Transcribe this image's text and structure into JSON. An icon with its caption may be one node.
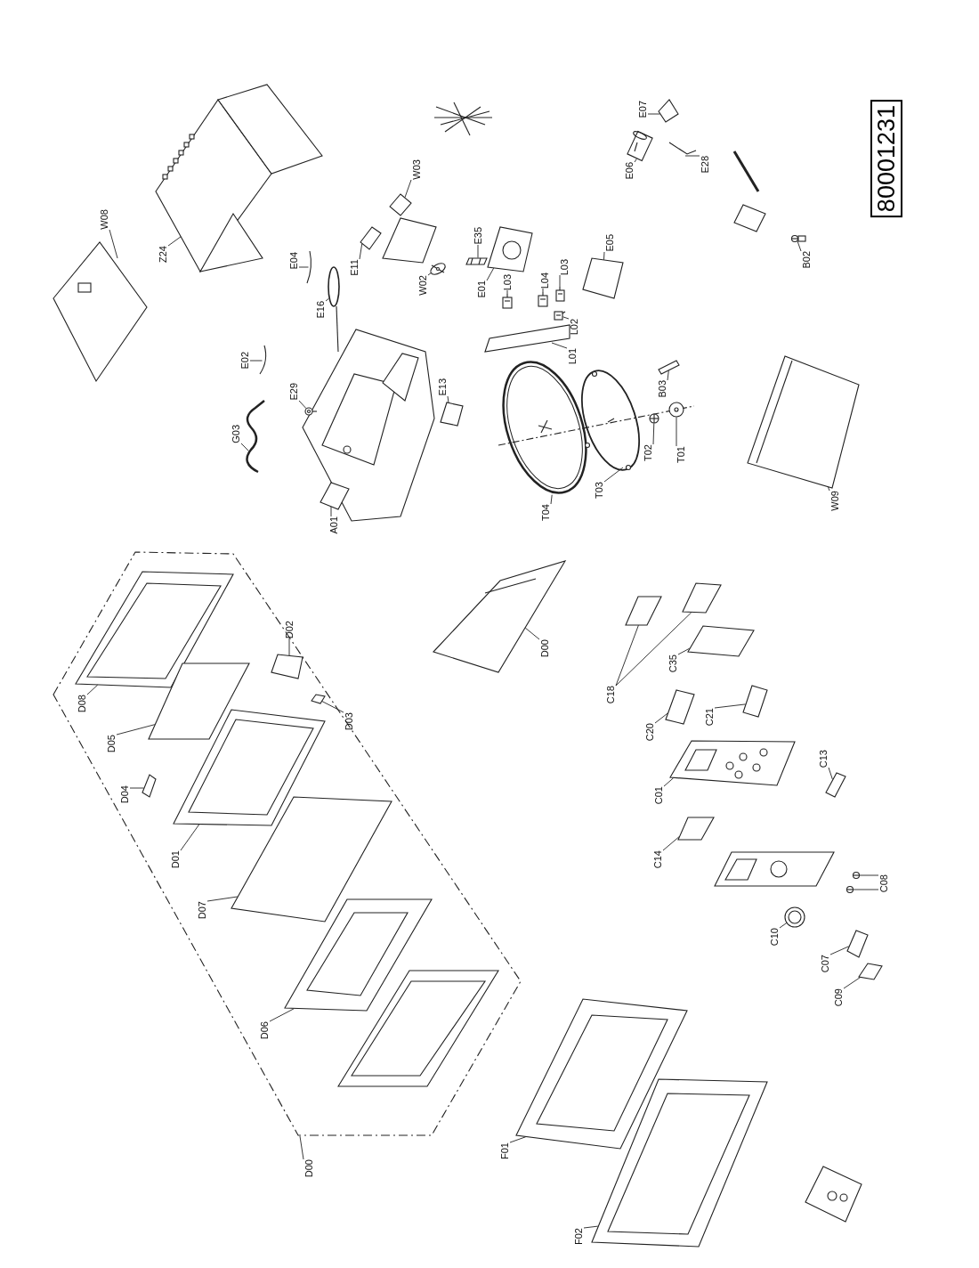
{
  "diagram": {
    "nodes": [
      {
        "text": [
          "W08"
        ]
      },
      {
        "text": [
          "Z24"
        ]
      },
      {
        "text": [
          "W03"
        ]
      },
      {
        "text": [
          "E07"
        ]
      },
      {
        "text": [
          "E06"
        ]
      },
      {
        "text": [
          "E28"
        ]
      },
      {
        "text": [
          "E35"
        ]
      },
      {
        "text": [
          "E05"
        ]
      },
      {
        "text": [
          "E04"
        ]
      },
      {
        "text": [
          "E11"
        ]
      },
      {
        "text": [
          "E16"
        ]
      },
      {
        "text": [
          "W02"
        ]
      },
      {
        "text": [
          "E01"
        ]
      },
      {
        "text": [
          "L03"
        ]
      },
      {
        "text": [
          "L04"
        ]
      },
      {
        "text": [
          "L03"
        ]
      },
      {
        "text": [
          "L02"
        ]
      },
      {
        "text": [
          "L01"
        ]
      },
      {
        "text": [
          "E02"
        ]
      },
      {
        "text": [
          "E29"
        ]
      },
      {
        "text": [
          "E13"
        ]
      },
      {
        "text": [
          "G03"
        ]
      },
      {
        "text": [
          "B03"
        ]
      },
      {
        "text": [
          "B02"
        ]
      },
      {
        "text": [
          "T02"
        ]
      },
      {
        "text": [
          "T01"
        ]
      },
      {
        "text": [
          "T04"
        ]
      },
      {
        "text": [
          "T03"
        ]
      },
      {
        "text": [
          "A01"
        ]
      },
      {
        "text": [
          "W09"
        ]
      },
      {
        "text": [
          "80001231"
        ]
      },
      {
        "text": [
          "D02"
        ]
      },
      {
        "text": [
          "D08"
        ]
      },
      {
        "text": [
          "D00"
        ]
      },
      {
        "text": [
          "D05"
        ]
      },
      {
        "text": [
          "D03"
        ]
      },
      {
        "text": [
          "C18"
        ]
      },
      {
        "text": [
          "C35"
        ]
      },
      {
        "text": [
          "D04"
        ]
      },
      {
        "text": [
          "C20"
        ]
      },
      {
        "text": [
          "C21"
        ]
      },
      {
        "text": [
          "D01"
        ]
      },
      {
        "text": [
          "C01"
        ]
      },
      {
        "text": [
          "C13"
        ]
      },
      {
        "text": [
          "C14"
        ]
      },
      {
        "text": [
          "D07"
        ]
      },
      {
        "text": [
          "C08"
        ]
      },
      {
        "text": [
          "C10"
        ]
      },
      {
        "text": [
          "C07"
        ]
      },
      {
        "text": [
          "C09"
        ]
      },
      {
        "text": [
          "D06"
        ]
      },
      {
        "text": [
          "F01"
        ]
      },
      {
        "text": [
          "D00"
        ]
      },
      {
        "text": [
          "F02"
        ]
      },
      {
        "text": [],
        "shape": "picture"
      },
      {
        "text": [],
        "shape": "picture"
      },
      {
        "text": [],
        "shape": "picture"
      },
      {
        "text": [],
        "shape": "picture"
      },
      {
        "text": [],
        "shape": "picture"
      },
      {
        "text": [],
        "shape": "picture"
      },
      {
        "text": [],
        "shape": "picture"
      },
      {
        "text": [],
        "shape": "picture"
      },
      {
        "text": [],
        "shape": "picture"
      },
      {
        "text": [],
        "shape": "picture"
      },
      {
        "text": [],
        "shape": "picture"
      },
      {
        "text": [],
        "shape": "picture"
      },
      {
        "text": [],
        "shape": "picture"
      },
      {
        "text": [],
        "shape": "picture"
      },
      {
        "text": [],
        "shape": "picture"
      },
      {
        "text": [],
        "shape": "picture"
      },
      {
        "text": [],
        "shape": "picture"
      },
      {
        "text": [],
        "shape": "picture"
      },
      {
        "text": [],
        "shape": "picture"
      },
      {
        "text": [],
        "shape": "picture"
      },
      {
        "text": [],
        "shape": "picture"
      },
      {
        "text": [],
        "shape": "picture"
      },
      {
        "text": [],
        "shape": "picture"
      },
      {
        "text": [],
        "shape": "picture"
      },
      {
        "text": [],
        "shape": "picture"
      },
      {
        "text": [],
        "shape": "picture"
      },
      {
        "text": [],
        "shape": "picture"
      },
      {
        "text": [],
        "shape": "picture"
      },
      {
        "text": [],
        "shape": "picture"
      },
      {
        "text": [],
        "shape": "picture"
      },
      {
        "text": [],
        "shape": "picture"
      },
      {
        "text": [],
        "shape": "picture"
      },
      {
        "text": [],
        "shape": "picture"
      },
      {
        "text": [],
        "shape": "picture"
      },
      {
        "text": [],
        "shape": "picture"
      },
      {
        "text": [],
        "shape": "picture"
      },
      {
        "text": [],
        "shape": "picture"
      },
      {
        "text": [],
        "shape": "picture"
      },
      {
        "text": [],
        "shape": "picture"
      },
      {
        "text": [],
        "shape": "picture"
      },
      {
        "text": [],
        "shape": "picture"
      },
      {
        "text": [],
        "shape": "picture"
      },
      {
        "text": [],
        "shape": "picture"
      },
      {
        "text": [],
        "shape": "picture"
      },
      {
        "text": [],
        "shape": "picture"
      },
      {
        "text": [],
        "shape": "picture"
      },
      {
        "text": [],
        "shape": "picture"
      },
      {
        "text": [],
        "shape": "picture"
      },
      {
        "text": [],
        "shape": "picture"
      },
      {
        "text": [],
        "shape": "picture"
      },
      {
        "text": [],
        "shape": "picture"
      },
      {
        "text": [],
        "shape": "picture"
      },
      {
        "text": [],
        "shape": "picture"
      },
      {
        "text": [],
        "shape": "picture"
      }
    ],
    "edges": [
      {
        "from": 0,
        "to": 54,
        "arrow": "none"
      },
      {
        "from": 1,
        "to": 55,
        "arrow": "none"
      },
      {
        "from": 2,
        "to": 56,
        "arrow": "none"
      },
      {
        "from": 3,
        "to": 57,
        "arrow": "none"
      },
      {
        "from": 4,
        "to": 58,
        "arrow": "none"
      },
      {
        "from": 5,
        "to": 59,
        "arrow": "none"
      },
      {
        "from": 6,
        "to": 60,
        "arrow": "none"
      },
      {
        "from": 7,
        "to": 61,
        "arrow": "none"
      },
      {
        "from": 8,
        "to": 62,
        "arrow": "none"
      },
      {
        "from": 9,
        "to": 63,
        "arrow": "none"
      },
      {
        "from": 10,
        "to": 64,
        "arrow": "none"
      },
      {
        "from": 11,
        "to": 65,
        "arrow": "none"
      },
      {
        "from": 12,
        "to": 66,
        "arrow": "none"
      },
      {
        "from": 13,
        "to": 67,
        "arrow": "none"
      },
      {
        "from": 14,
        "to": 68,
        "arrow": "none"
      },
      {
        "from": 15,
        "to": 69,
        "arrow": "none"
      },
      {
        "from": 16,
        "to": 70,
        "arrow": "none"
      },
      {
        "from": 17,
        "to": 71,
        "arrow": "none"
      },
      {
        "from": 18,
        "to": 72,
        "arrow": "none"
      },
      {
        "from": 19,
        "to": 73,
        "arrow": "none"
      },
      {
        "from": 20,
        "to": 74,
        "arrow": "none"
      },
      {
        "from": 21,
        "to": 75,
        "arrow": "none"
      },
      {
        "from": 22,
        "to": 76,
        "arrow": "none"
      },
      {
        "from": 23,
        "to": 77,
        "arrow": "none"
      },
      {
        "from": 24,
        "to": 78,
        "arrow": "none"
      },
      {
        "from": 25,
        "to": 79,
        "arrow": "none"
      },
      {
        "from": 26,
        "to": 80,
        "arrow": "none"
      },
      {
        "from": 27,
        "to": 81,
        "arrow": "none"
      },
      {
        "from": 28,
        "to": 82,
        "arrow": "none"
      },
      {
        "from": 29,
        "to": 83,
        "arrow": "none"
      },
      {
        "from": 31,
        "to": 84,
        "arrow": "none"
      },
      {
        "from": 32,
        "to": 85,
        "arrow": "none"
      },
      {
        "from": 33,
        "to": 86,
        "arrow": "none"
      },
      {
        "from": 34,
        "to": 87,
        "arrow": "none"
      },
      {
        "from": 35,
        "to": 88,
        "arrow": "none"
      },
      {
        "from": 36,
        "to": 89,
        "arrow": "none"
      },
      {
        "from": 36,
        "to": 90,
        "arrow": "none"
      },
      {
        "from": 37,
        "to": 91,
        "arrow": "none"
      },
      {
        "from": 38,
        "to": 92,
        "arrow": "none"
      },
      {
        "from": 39,
        "to": 93,
        "arrow": "none"
      },
      {
        "from": 40,
        "to": 94,
        "arrow": "none"
      },
      {
        "from": 41,
        "to": 95,
        "arrow": "none"
      },
      {
        "from": 42,
        "to": 96,
        "arrow": "none"
      },
      {
        "from": 43,
        "to": 97,
        "arrow": "none"
      },
      {
        "from": 44,
        "to": 98,
        "arrow": "none"
      },
      {
        "from": 45,
        "to": 99,
        "arrow": "none"
      },
      {
        "from": 46,
        "to": 100,
        "arrow": "none"
      },
      {
        "from": 46,
        "to": 101,
        "arrow": "none"
      },
      {
        "from": 47,
        "to": 102,
        "arrow": "none"
      },
      {
        "from": 48,
        "to": 103,
        "arrow": "none"
      },
      {
        "from": 49,
        "to": 104,
        "arrow": "none"
      },
      {
        "from": 50,
        "to": 105,
        "arrow": "none"
      },
      {
        "from": 51,
        "to": 106,
        "arrow": "none"
      },
      {
        "from": 52,
        "to": null,
        "arrow": "none"
      },
      {
        "from": 53,
        "to": 107,
        "arrow": "none"
      }
    ]
  }
}
